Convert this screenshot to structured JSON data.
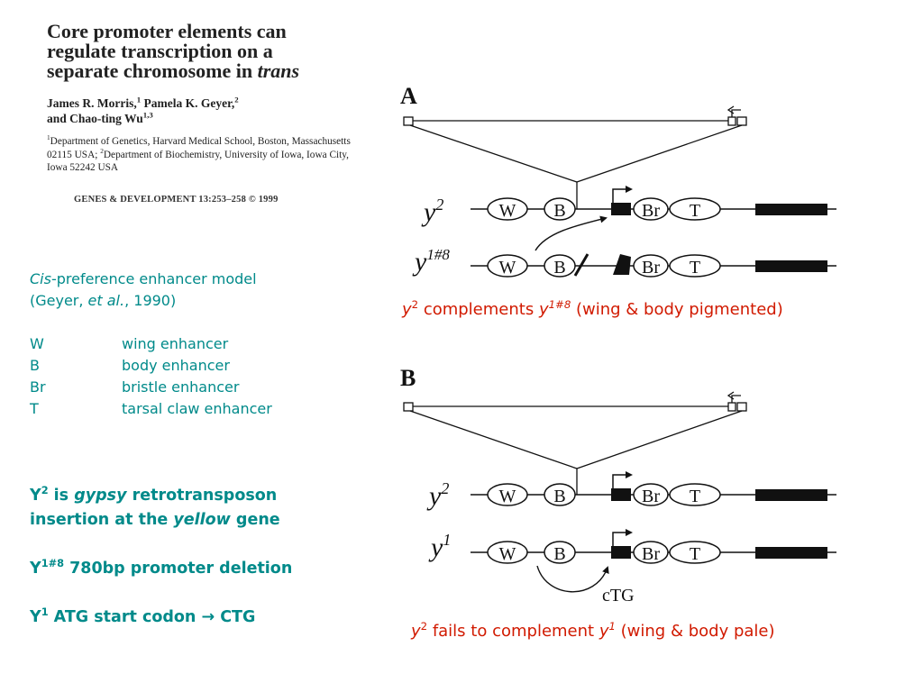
{
  "paper": {
    "title_line1": "Core promoter elements can",
    "title_line2": "regulate transcription on a",
    "title_line3_prefix": "separate chromosome in ",
    "title_line3_italic": "trans",
    "author1": "James R. Morris,",
    "author1_sup": "1",
    "author2": " Pamela K. Geyer,",
    "author2_sup": "2",
    "author3": "and Chao-ting Wu",
    "author3_sup": "1,3",
    "affil_sup1": "1",
    "affil_part1": "Department of Genetics, Harvard Medical School, Boston, Massachusetts 02115 USA; ",
    "affil_sup2": "2",
    "affil_part2": "Department of Biochemistry, University of Iowa, Iowa City, Iowa 52242 USA",
    "journal": "GENES & DEVELOPMENT 13:253–258 © 1999"
  },
  "model": {
    "italic": "Cis",
    "rest": "-preference enhancer model",
    "line2_prefix": "(Geyer, ",
    "line2_italic": "et al.",
    "line2_suffix": ", 1990)"
  },
  "legend": [
    {
      "key": "W",
      "desc": "wing enhancer"
    },
    {
      "key": "B",
      "desc": "body enhancer"
    },
    {
      "key": "Br",
      "desc": "bristle enhancer"
    },
    {
      "key": "T",
      "desc": "tarsal claw enhancer"
    }
  ],
  "notes": {
    "y2_sym": "Y",
    "y2_sup": "2",
    "y2_text1": " is ",
    "y2_italic1": "gypsy",
    "y2_text2": "  retrotransposon",
    "y2_line2_prefix": "insertion at the ",
    "y2_line2_italic": "yellow",
    "y2_line2_suffix": " gene",
    "y18_sym": "Y",
    "y18_sup": "1#8",
    "y18_text": "  780bp promoter deletion",
    "y1_sym": "Y",
    "y1_sup": "1",
    "y1_text": "  ATG start codon → CTG"
  },
  "caption_a": {
    "sym1": "y",
    "sup1": "2",
    "mid": " complements ",
    "sym2": "y",
    "sup2": "1#8",
    "end": " (wing & body pigmented)"
  },
  "caption_b": {
    "sym1": "y",
    "sup1": "2",
    "mid": " fails to complement ",
    "sym2": "y",
    "sup2": "1",
    "end": " (wing & body pale)"
  },
  "diagram": {
    "panel_a_label": "A",
    "panel_b_label": "B",
    "y2_label": "y",
    "y2_sup": "2",
    "y18_label": "y",
    "y18_sup": "1#8",
    "y1_label": "y",
    "y1_sup": "1",
    "W": "W",
    "B": "B",
    "Br": "Br",
    "T": "T",
    "ctg": "cTG"
  }
}
